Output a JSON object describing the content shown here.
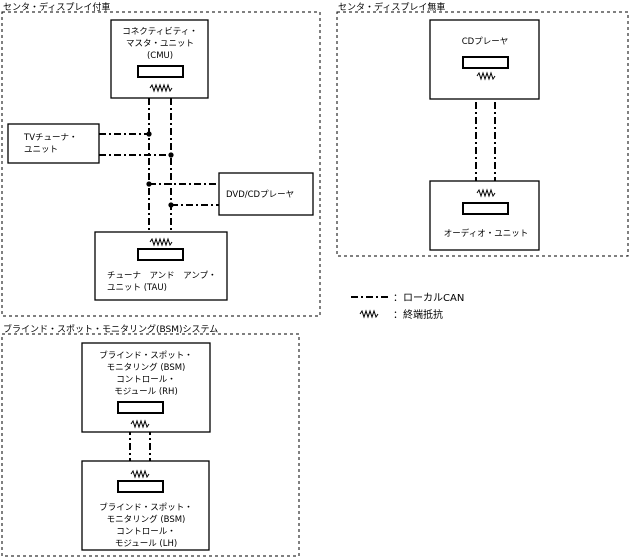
{
  "sections": {
    "with_display": "センタ・ディスプレイ付車",
    "without_display": "センタ・ディスプレイ無車",
    "bsm": "ブラインド・スポット・モニタリング(BSM)システム"
  },
  "units": {
    "cmu": [
      "コネクティビティ・",
      "マスタ・ユニット",
      "(CMU)"
    ],
    "tv_tuner": [
      "TVチューナ・",
      "ユニット"
    ],
    "dvd_cd": [
      "DVD/CDプレーヤ"
    ],
    "tau": [
      "チューナ　アンド　アンプ・",
      "ユニット (TAU)"
    ],
    "cd_player": [
      "CDプレーヤ"
    ],
    "audio_unit": [
      "オーディオ・ユニット"
    ],
    "bsm_rh": [
      "ブラインド・スポット・",
      "モニタリング (BSM)",
      "コントロール・",
      "モジュール (RH)"
    ],
    "bsm_lh": [
      "ブラインド・スポット・",
      "モニタリング (BSM)",
      "コントロール・",
      "モジュール (LH)"
    ]
  },
  "legend": {
    "local_can": "：ローカルCAN",
    "terminator": "：終端抵抗"
  }
}
